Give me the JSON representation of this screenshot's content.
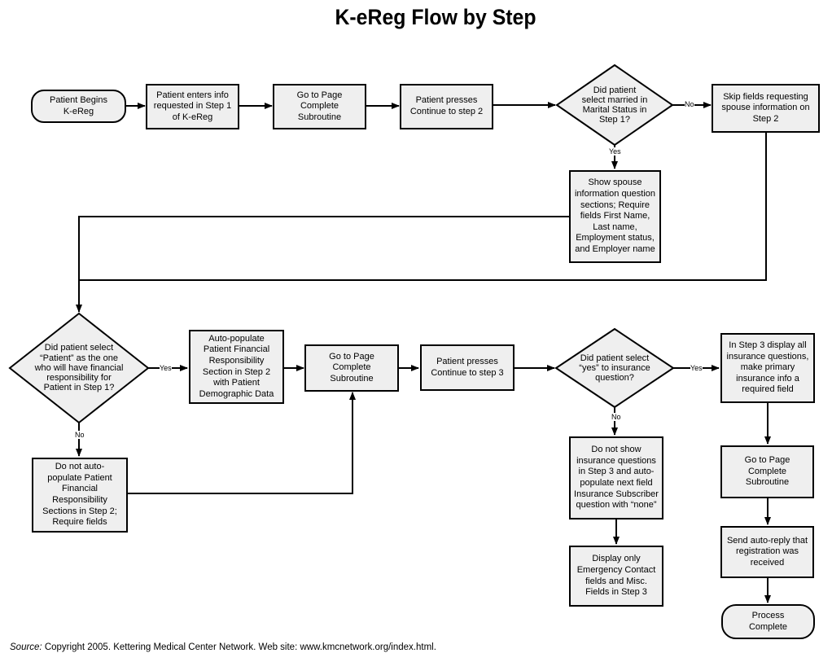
{
  "title": "K-eReg Flow by Step",
  "nodes": {
    "start": "Patient Begins K-eReg",
    "enter_info": "Patient enters info requested in Step 1 of K-eReg",
    "go_page_1": "Go to Page Complete Subroutine",
    "continue_2": "Patient presses Continue to step 2",
    "married_q": "Did patient select married in Marital Status in Step 1?",
    "skip_spouse": "Skip fields requesting spouse information on Step 2",
    "show_spouse": "Show spouse information question sections; Require fields First Name, Last name, Employment status, and Employer name",
    "patient_q": "Did patient select “Patient” as the one who will have financial responsibility for Patient in Step 1?",
    "autopop": "Auto-populate Patient Financial Responsibility Section in Step 2 with Patient Demographic Data",
    "go_page_2": "Go to Page Complete Subroutine",
    "continue_3": "Patient presses Continue to step 3",
    "insurance_q": "Did patient select “yes” to insurance question?",
    "step3_display": "In Step 3 display all insurance questions, make primary insurance info a required field",
    "no_autopop": "Do not auto-populate Patient Financial Responsibility Sections in Step 2; Require fields",
    "no_insurance": "Do not show insurance questions in Step 3 and auto-populate next field Insurance Subscriber question with “none”",
    "display_only": "Display only Emergency Contact fields and Misc. Fields in Step 3",
    "go_page_3": "Go to Page Complete Subroutine",
    "auto_reply": "Send auto-reply that registration was received",
    "process_complete": "Process Complete"
  },
  "edge_labels": {
    "no_1": "No",
    "yes_1": "Yes",
    "yes_2": "Yes",
    "no_2": "No",
    "yes_3": "Yes",
    "no_3": "No"
  },
  "source": {
    "label": "Source:",
    "text": " Copyright 2005. Kettering Medical Center Network. Web site: www.kmcnetwork.org/index.html."
  }
}
